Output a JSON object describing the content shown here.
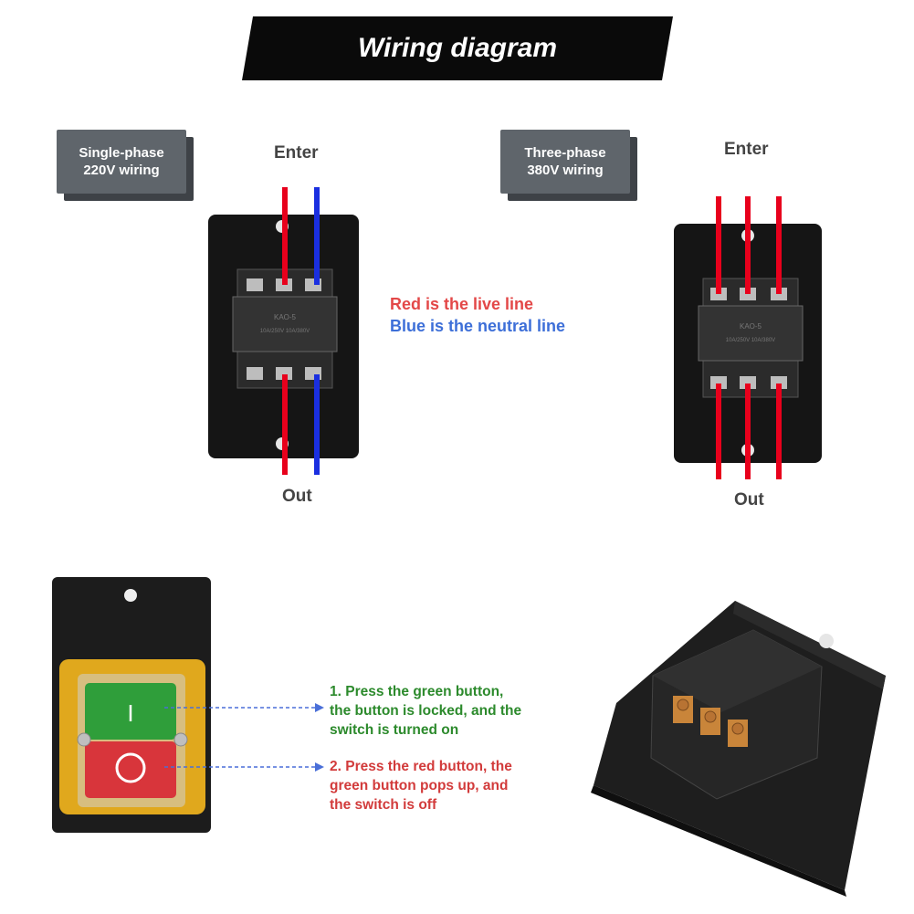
{
  "title": "Wiring diagram",
  "single_phase": {
    "label_line1": "Single-phase",
    "label_line2": "220V wiring",
    "enter_label": "Enter",
    "out_label": "Out",
    "wire_colors": [
      "#e8001c",
      "#1a2fe0"
    ]
  },
  "three_phase": {
    "label_line1": "Three-phase",
    "label_line2": "380V wiring",
    "enter_label": "Enter",
    "out_label": "Out",
    "wire_colors": [
      "#e8001c",
      "#e8001c",
      "#e8001c"
    ]
  },
  "legend": {
    "red_text": "Red is the live line",
    "blue_text": "Blue is the neutral line",
    "red_color": "#e34848",
    "blue_color": "#3d6fd8"
  },
  "notes": {
    "green_note_lines": [
      "1. Press the green button,",
      "the button is locked, and the",
      "switch is turned on"
    ],
    "red_note_lines": [
      "2. Press the red button, the",
      "green button pops up, and",
      "the switch is off"
    ]
  },
  "switch_markings": {
    "on_symbol": "I",
    "off_symbol": "O",
    "relay_text": [
      "KAO-5",
      "10A/250V 10A/380V"
    ]
  },
  "colors": {
    "banner": "#0a0a0a",
    "label_grey": "#5f656b",
    "green_button": "#2f9e3a",
    "red_button": "#d8353b",
    "yellow_housing": "#e0a81d",
    "switch_body": "#1c1c1c"
  }
}
